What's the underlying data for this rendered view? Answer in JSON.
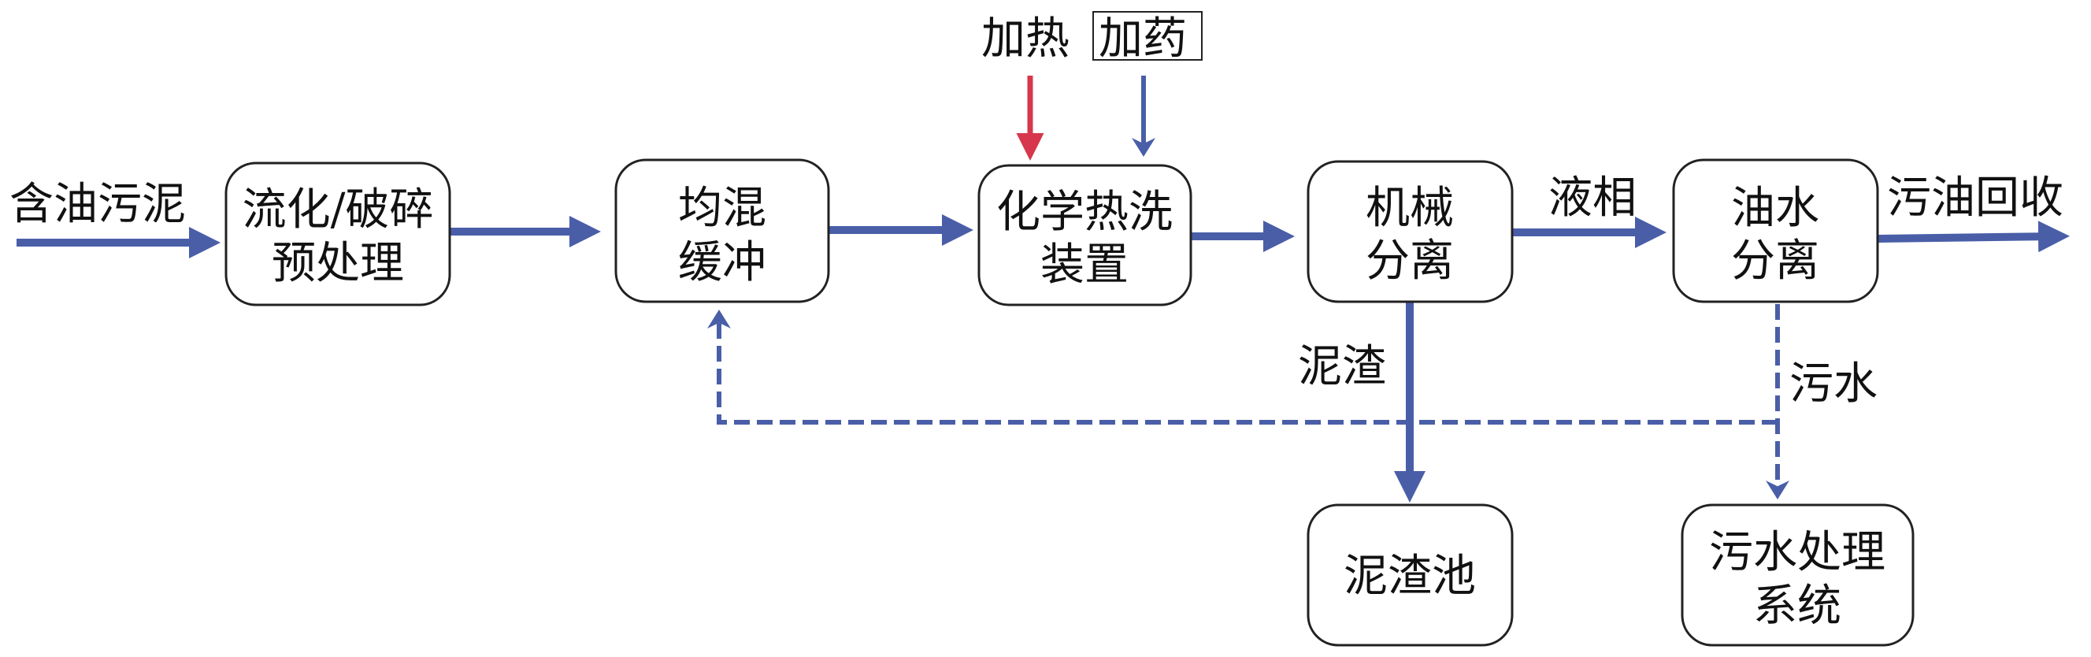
{
  "colors": {
    "flow": "#4a5ea8",
    "heat": "#d6374c",
    "box_border": "#222222"
  },
  "inputs": {
    "feed": "含油污泥",
    "heating": "加热",
    "dosing": "加药"
  },
  "boxes": {
    "pretreat": [
      "流化/破碎",
      "预处理"
    ],
    "buffer": [
      "均混",
      "缓冲"
    ],
    "chem_wash": [
      "化学热洗",
      "装置"
    ],
    "mech_sep": [
      "机械",
      "分离"
    ],
    "oil_water_sep": [
      "油水",
      "分离"
    ],
    "sludge_pond": [
      "泥渣池"
    ],
    "wastewater_sys": [
      "污水处理",
      "系统"
    ]
  },
  "flow_labels": {
    "liquid": "液相",
    "oil_out": "污油回收",
    "sludge": "泥渣",
    "wastewater": "污水"
  }
}
